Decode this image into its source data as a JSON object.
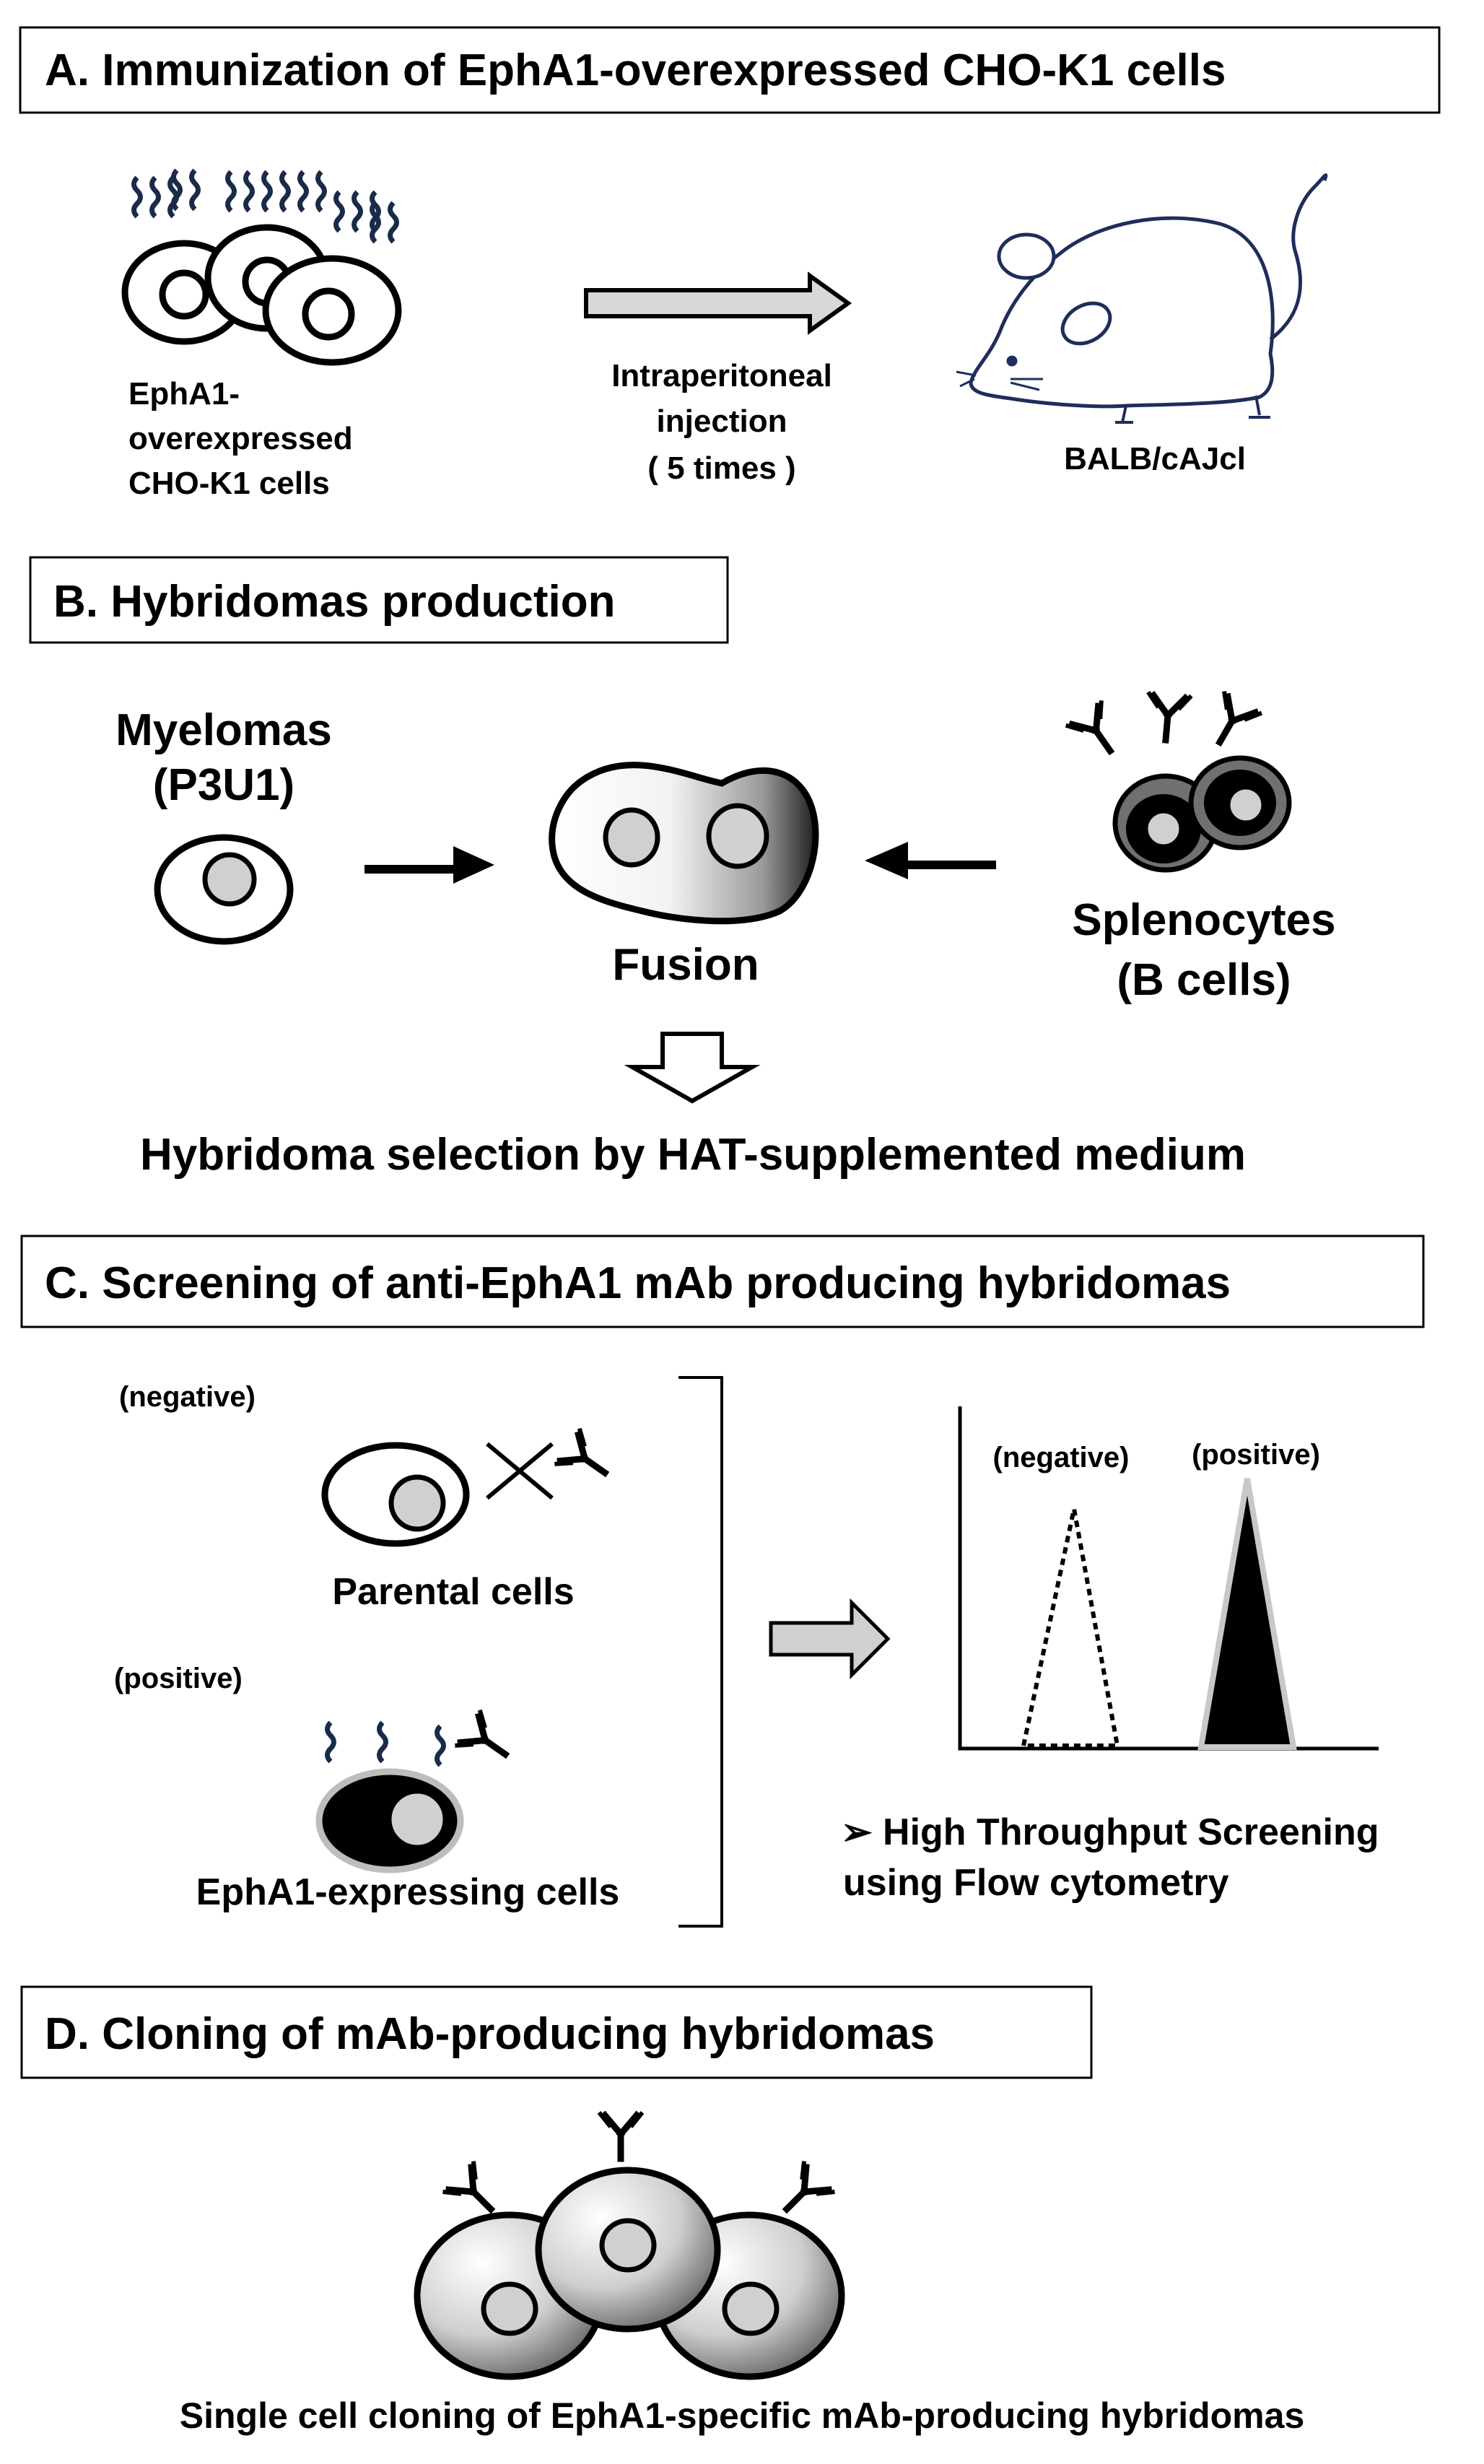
{
  "sections": {
    "a": {
      "title": "A. Immunization of EphA1-overexpressed CHO-K1 cells",
      "cells_label": [
        "EphA1-",
        "overexpressed",
        "CHO-K1 cells"
      ],
      "injection_label": [
        "Intraperitoneal",
        "injection",
        "( 5 times )"
      ],
      "mouse_label": "BALB/cAJcl"
    },
    "b": {
      "title": "B. Hybridomas production",
      "myeloma_label": [
        "Myelomas",
        "(P3U1)"
      ],
      "fusion_label": "Fusion",
      "splenocyte_label": [
        "Splenocytes",
        "(B cells)"
      ],
      "selection_label": "Hybridoma selection by HAT-supplemented medium"
    },
    "c": {
      "title": "C. Screening of anti-EphA1 mAb producing hybridomas",
      "negative_label": "(negative)",
      "parental_label": "Parental cells",
      "positive_label": "(positive)",
      "epha1_label": "EphA1-expressing cells",
      "histogram_negative": "(negative)",
      "histogram_positive": "(positive)",
      "screening_label": [
        "➢ High Throughput Screening",
        "using Flow cytometry"
      ]
    },
    "d": {
      "title": "D. Cloning of mAb-producing hybridomas",
      "cloning_label": "Single cell cloning of EphA1-specific mAb-producing hybridomas"
    }
  },
  "colors": {
    "wave": "#1a2a4a",
    "mouse_outline": "#1f2d5c",
    "light_gray": "#d0d0d0",
    "arrow_gray": "#c8c8c8"
  }
}
